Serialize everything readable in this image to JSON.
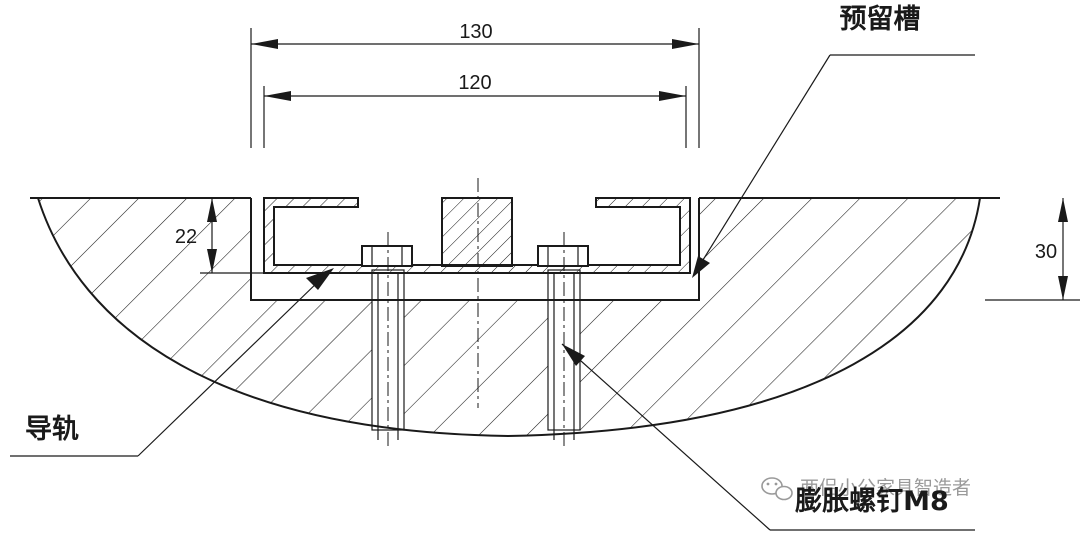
{
  "dimensions": {
    "outer_width": "130",
    "inner_width": "120",
    "rail_height": "22",
    "slot_depth": "30"
  },
  "labels": {
    "slot": "预留槽",
    "rail": "导轨",
    "bolt": "膨胀螺钉M8"
  },
  "watermark": {
    "text": "两侣小公家具智造者",
    "icon": "wechat-icon"
  }
}
